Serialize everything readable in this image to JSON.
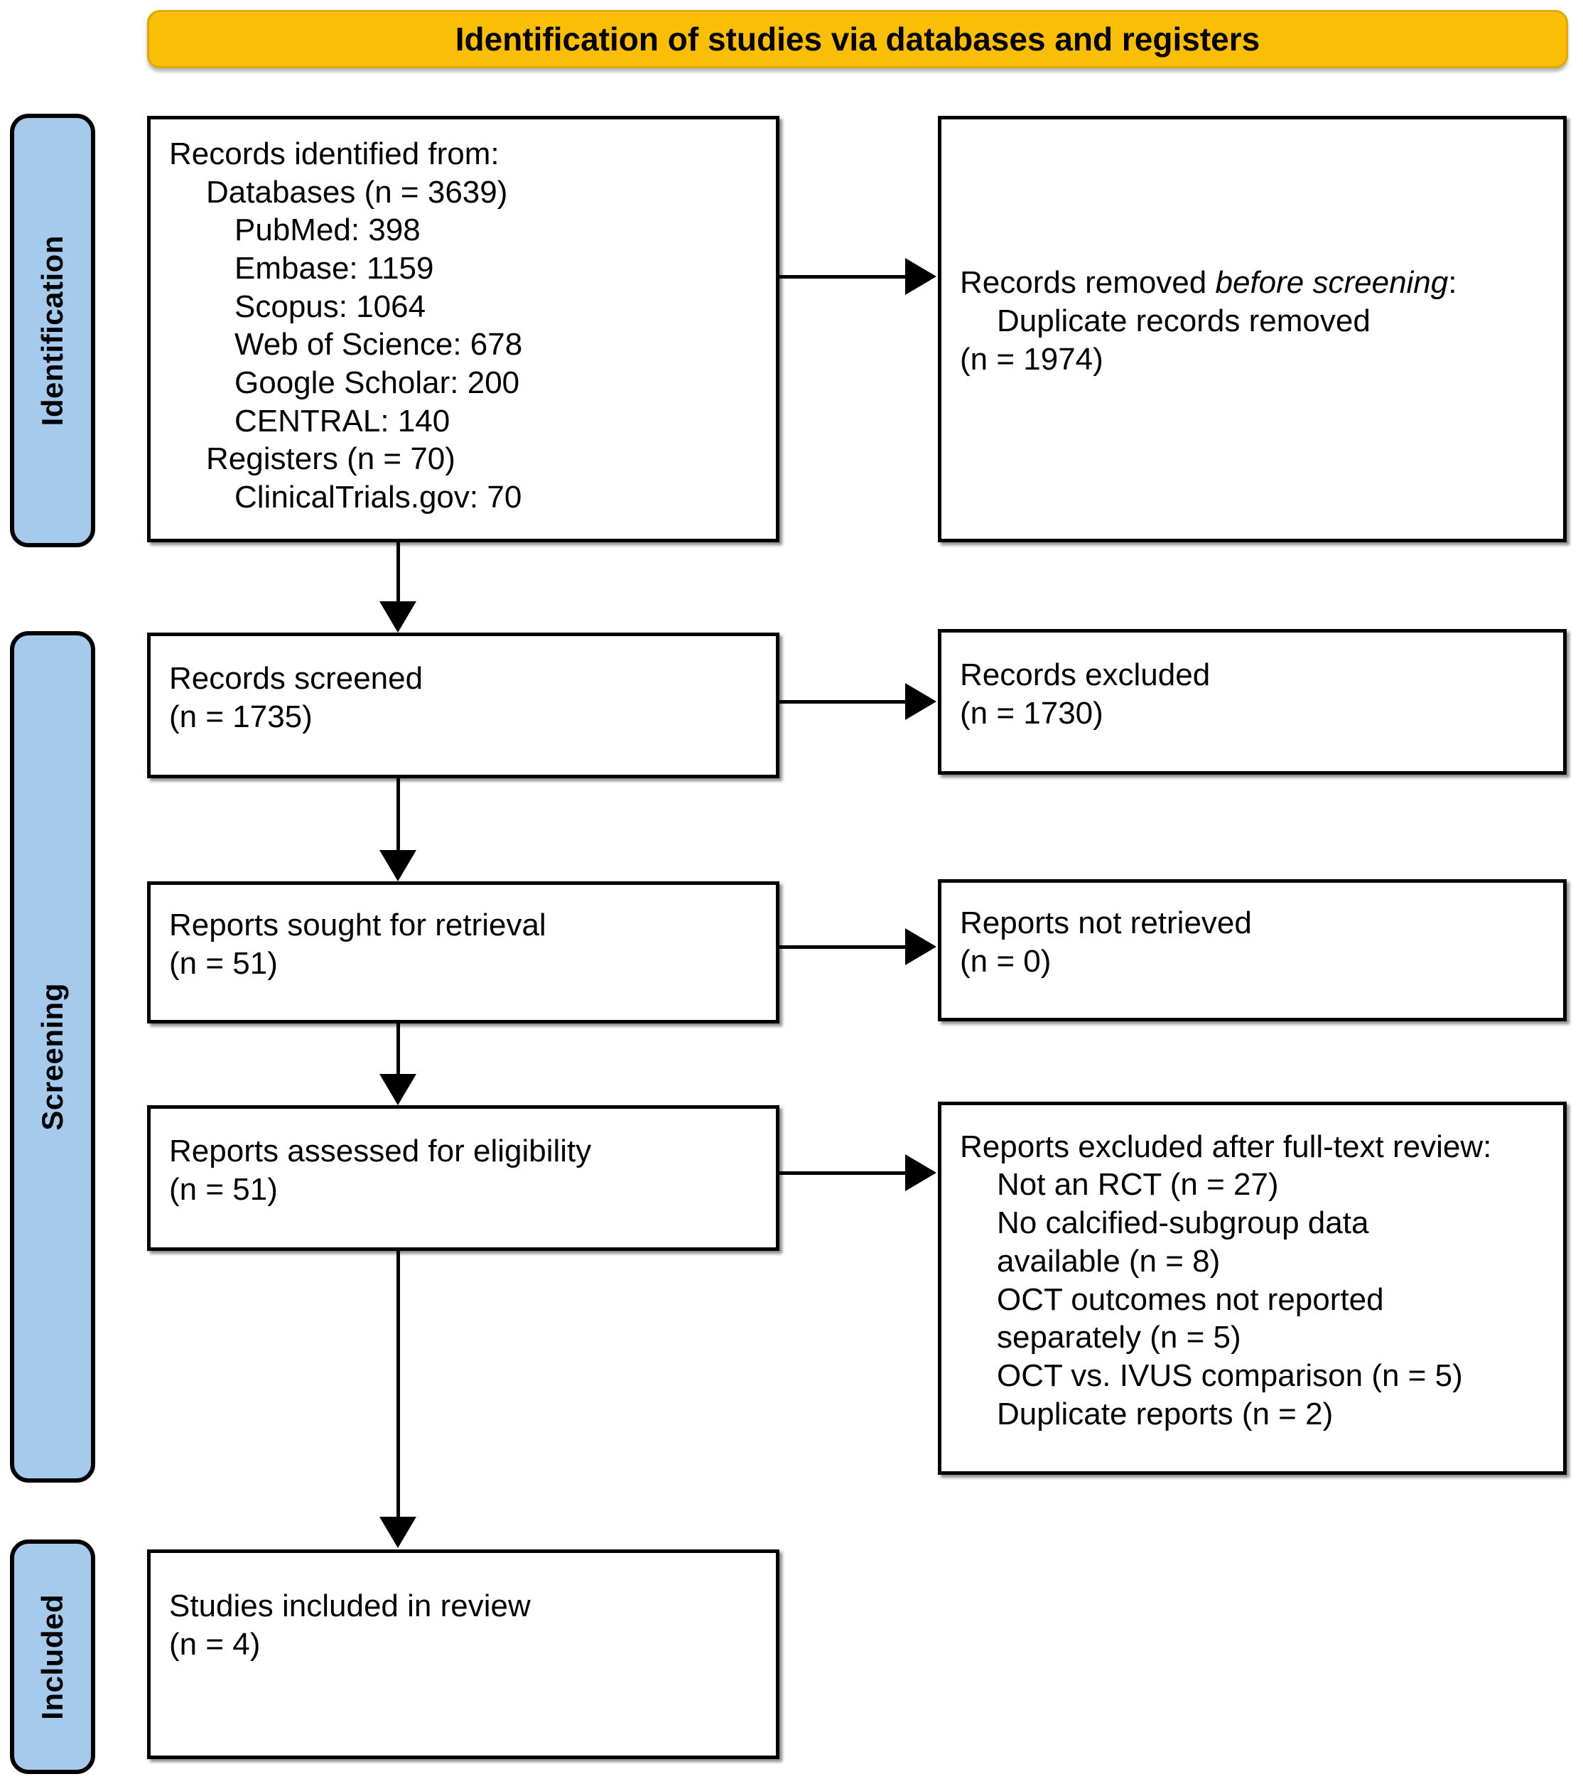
{
  "banner": {
    "title": "Identification of studies via databases and registers"
  },
  "stages": [
    {
      "id": "identification",
      "label": "Identification"
    },
    {
      "id": "screening",
      "label": "Screening"
    },
    {
      "id": "included",
      "label": "Included"
    }
  ],
  "boxes": {
    "identified": {
      "lines": [
        {
          "text": "Records identified from:",
          "indent": 0
        },
        {
          "text": "Databases (n = 3639)",
          "indent": 1
        },
        {
          "text": "PubMed: 398",
          "indent": 2
        },
        {
          "text": "Embase: 1159",
          "indent": 2
        },
        {
          "text": "Scopus: 1064",
          "indent": 2
        },
        {
          "text": "Web of Science: 678",
          "indent": 2
        },
        {
          "text": "Google Scholar: 200",
          "indent": 2
        },
        {
          "text": "CENTRAL: 140",
          "indent": 2
        },
        {
          "text": "Registers (n = 70)",
          "indent": 1
        },
        {
          "text": "ClinicalTrials.gov: 70",
          "indent": 2
        }
      ]
    },
    "removed_before_screening": {
      "lines": [
        {
          "text": "Records removed ",
          "indent": 0,
          "italic_tail": "before screening",
          "tail": ":"
        },
        {
          "text": "Duplicate records removed",
          "indent": 1
        },
        {
          "text": "(n = 1974)",
          "indent": 0
        }
      ]
    },
    "records_screened": {
      "lines": [
        {
          "text": "Records screened",
          "indent": 0
        },
        {
          "text": "(n = 1735)",
          "indent": 0
        }
      ]
    },
    "records_excluded": {
      "lines": [
        {
          "text": "Records excluded",
          "indent": 0
        },
        {
          "text": "(n = 1730)",
          "indent": 0
        }
      ]
    },
    "reports_sought": {
      "lines": [
        {
          "text": "Reports sought for retrieval",
          "indent": 0
        },
        {
          "text": "(n = 51)",
          "indent": 0
        }
      ]
    },
    "reports_not_retrieved": {
      "lines": [
        {
          "text": "Reports not retrieved",
          "indent": 0
        },
        {
          "text": "(n = 0)",
          "indent": 0
        }
      ]
    },
    "reports_assessed": {
      "lines": [
        {
          "text": "Reports assessed for eligibility",
          "indent": 0
        },
        {
          "text": "(n = 51)",
          "indent": 0
        }
      ]
    },
    "reports_excluded_fulltext": {
      "lines": [
        {
          "text": "Reports excluded after full-text review:",
          "indent": 0
        },
        {
          "text": "Not an RCT (n = 27)",
          "indent": 1
        },
        {
          "text": "No calcified-subgroup data",
          "indent": 1
        },
        {
          "text": "available (n = 8)",
          "indent": 1
        },
        {
          "text": "OCT outcomes not reported",
          "indent": 1
        },
        {
          "text": "separately (n = 5)",
          "indent": 1
        },
        {
          "text": "OCT vs. IVUS comparison (n = 5)",
          "indent": 1
        },
        {
          "text": "Duplicate reports (n = 2)",
          "indent": 1
        }
      ]
    },
    "studies_included": {
      "lines": [
        {
          "text": "Studies included in review",
          "indent": 0
        },
        {
          "text": "(n = 4)",
          "indent": 0
        }
      ]
    }
  },
  "colors": {
    "banner_fill": "#FBBE07",
    "stage_fill": "#A6CAEC",
    "box_border": "#000000",
    "box_fill": "#FFFFFF"
  }
}
